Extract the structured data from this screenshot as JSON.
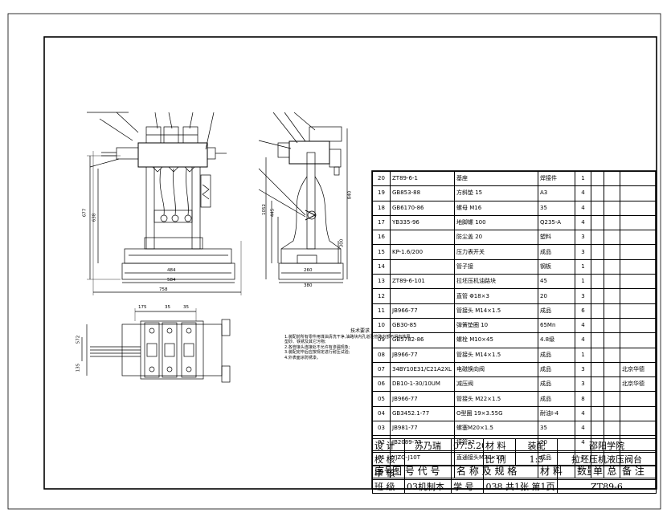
{
  "bom_header": {
    "no": "序号",
    "code": "图 号 代 号",
    "name": "名 称 及 规 格",
    "material": "材 料",
    "qty": "数量",
    "unit": "单",
    "total": "总",
    "remark": "备 注"
  },
  "bom_rows": [
    {
      "no": "20",
      "code": "ZT89-6-1",
      "name": "基座",
      "material": "焊接件",
      "qty": "1",
      "remark": ""
    },
    {
      "no": "19",
      "code": "GB853-88",
      "name": "方斜垫 15",
      "material": "A3",
      "qty": "4",
      "remark": ""
    },
    {
      "no": "18",
      "code": "GB6170-86",
      "name": "螺母 M16",
      "material": "35",
      "qty": "4",
      "remark": ""
    },
    {
      "no": "17",
      "code": "YB335-96",
      "name": "地脚螺 100",
      "material": "Q235-A",
      "qty": "4",
      "remark": ""
    },
    {
      "no": "16",
      "code": "",
      "name": "防尘盖 20",
      "material": "塑料",
      "qty": "3",
      "remark": ""
    },
    {
      "no": "15",
      "code": "KP-1.6/200",
      "name": "压力表开关",
      "material": "成品",
      "qty": "3",
      "remark": ""
    },
    {
      "no": "14",
      "code": "",
      "name": "管子接",
      "material": "钢板",
      "qty": "1",
      "remark": ""
    },
    {
      "no": "13",
      "code": "ZT89-6-101",
      "name": "拉坯压机油路块",
      "material": "45",
      "qty": "1",
      "remark": ""
    },
    {
      "no": "12",
      "code": "",
      "name": "直管 Φ18×3",
      "material": "20",
      "qty": "3",
      "remark": ""
    },
    {
      "no": "11",
      "code": "JB966-77",
      "name": "管接头 M14×1.5",
      "material": "成品",
      "qty": "6",
      "remark": ""
    },
    {
      "no": "10",
      "code": "GB30-85",
      "name": "弹簧垫圈 10",
      "material": "65Mn",
      "qty": "4",
      "remark": ""
    },
    {
      "no": "09",
      "code": "GB5782-86",
      "name": "螺栓 M10×45",
      "material": "4.8级",
      "qty": "4",
      "remark": ""
    },
    {
      "no": "08",
      "code": "JB966-77",
      "name": "管接头 M14×1.5",
      "material": "成品",
      "qty": "1",
      "remark": ""
    },
    {
      "no": "07",
      "code": "34BY10E31/C21A2XL",
      "name": "电磁换向阀",
      "material": "成品",
      "qty": "3",
      "remark": "北京华德"
    },
    {
      "no": "06",
      "code": "DB10-1-30/10UM",
      "name": "减压阀",
      "material": "成品",
      "qty": "3",
      "remark": "北京华德"
    },
    {
      "no": "05",
      "code": "JB966-77",
      "name": "管接头 M22×1.5",
      "material": "成品",
      "qty": "8",
      "remark": ""
    },
    {
      "no": "04",
      "code": "GB3452.1-77",
      "name": "O型圈 19×3.55G",
      "material": "耐油I-4",
      "qty": "4",
      "remark": ""
    },
    {
      "no": "03",
      "code": "JB981-77",
      "name": "螺塞M20×1.5",
      "material": "35",
      "qty": "4",
      "remark": ""
    },
    {
      "no": "02",
      "code": "JB2089-77",
      "name": "接管22",
      "material": "20",
      "qty": "4",
      "remark": ""
    },
    {
      "no": "01",
      "code": "YJZQ-J10T",
      "name": "直通接头M30×1.5",
      "material": "成品",
      "qty": "2",
      "remark": ""
    }
  ],
  "title_block": {
    "design_label": "设 计",
    "designer": "苏乃瑞",
    "date": "07.5.20",
    "material_label": "材 料",
    "material_value": "装配",
    "institution": "邵阳学院",
    "check_label": "校 核",
    "scale_label": "比 例",
    "scale_value": "1:5",
    "drawing_name": "拉坯压机液压阀台",
    "review_label": "审 核",
    "class_label": "班 级",
    "class_value": "03机制本",
    "student_no_label": "学 号",
    "student_no": "038",
    "sheets": "共1张 第1页",
    "drawing_no": "ZT89-6"
  },
  "notes": {
    "title": "技术要求",
    "lines": [
      "1.装配前所有零件用煤油清洗干净,油路块内孔道及管路内部不得有铁屑,",
      "  型砂、铁锈及其它污物;",
      "2.各管接头连接处不允许有渗漏现象;",
      "3.装配完毕后应按规定进行耐压试验;",
      "4.外表面涂防锈漆。"
    ]
  },
  "dims": {
    "front_width_1": "484",
    "front_width_2": "584",
    "front_width_3": "758",
    "front_height_1": "677",
    "front_height_2": "638",
    "side_width_1": "260",
    "side_width_2": "380",
    "side_height_1": "840",
    "side_height_2": "300",
    "side_height_3": "445",
    "side_height_4": "1052",
    "plan_d1": "175",
    "plan_d2": "35",
    "plan_d3": "35",
    "plan_h1": "572",
    "plan_h2": "135"
  }
}
